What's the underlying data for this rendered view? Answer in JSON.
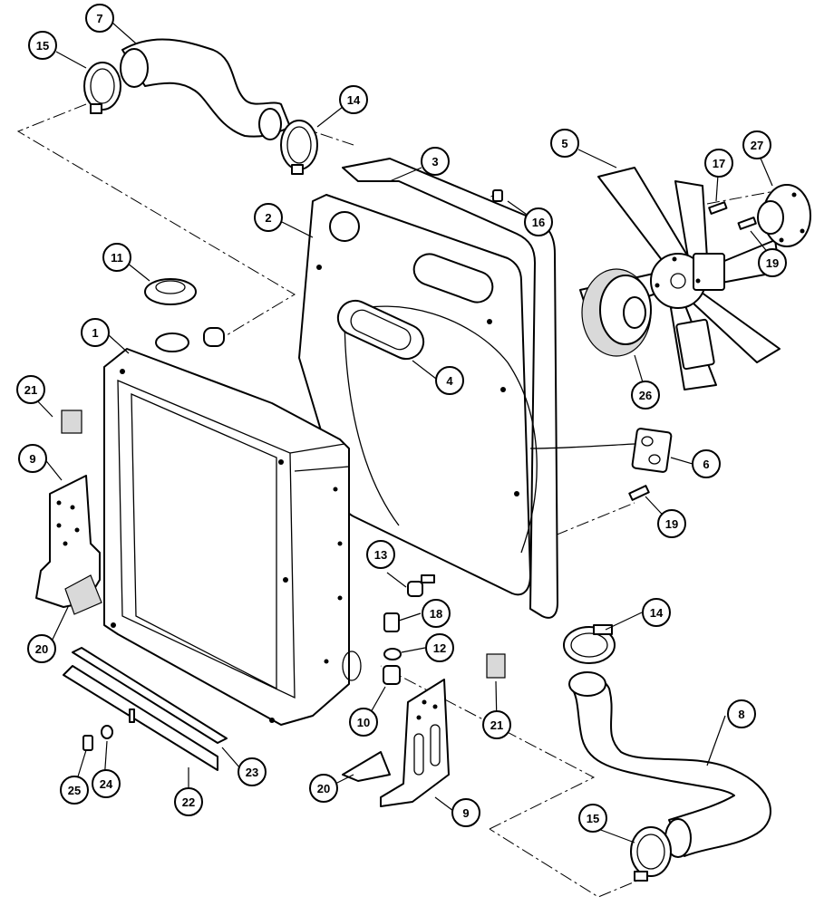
{
  "diagram": {
    "stroke_color": "#000000",
    "background_color": "#ffffff",
    "callouts": [
      {
        "id": "c1",
        "label": "1"
      },
      {
        "id": "c2",
        "label": "2"
      },
      {
        "id": "c3",
        "label": "3"
      },
      {
        "id": "c4",
        "label": "4"
      },
      {
        "id": "c5",
        "label": "5"
      },
      {
        "id": "c6",
        "label": "6"
      },
      {
        "id": "c7",
        "label": "7"
      },
      {
        "id": "c8",
        "label": "8"
      },
      {
        "id": "c9a",
        "label": "9"
      },
      {
        "id": "c9b",
        "label": "9"
      },
      {
        "id": "c10",
        "label": "10"
      },
      {
        "id": "c11",
        "label": "11"
      },
      {
        "id": "c12",
        "label": "12"
      },
      {
        "id": "c13",
        "label": "13"
      },
      {
        "id": "c14a",
        "label": "14"
      },
      {
        "id": "c14b",
        "label": "14"
      },
      {
        "id": "c15a",
        "label": "15"
      },
      {
        "id": "c15b",
        "label": "15"
      },
      {
        "id": "c16",
        "label": "16"
      },
      {
        "id": "c17",
        "label": "17"
      },
      {
        "id": "c18",
        "label": "18"
      },
      {
        "id": "c19a",
        "label": "19"
      },
      {
        "id": "c19b",
        "label": "19"
      },
      {
        "id": "c20a",
        "label": "20"
      },
      {
        "id": "c20b",
        "label": "20"
      },
      {
        "id": "c21a",
        "label": "21"
      },
      {
        "id": "c21b",
        "label": "21"
      },
      {
        "id": "c22",
        "label": "22"
      },
      {
        "id": "c23",
        "label": "23"
      },
      {
        "id": "c24",
        "label": "24"
      },
      {
        "id": "c25",
        "label": "25"
      },
      {
        "id": "c26",
        "label": "26"
      },
      {
        "id": "c27",
        "label": "27"
      }
    ]
  }
}
